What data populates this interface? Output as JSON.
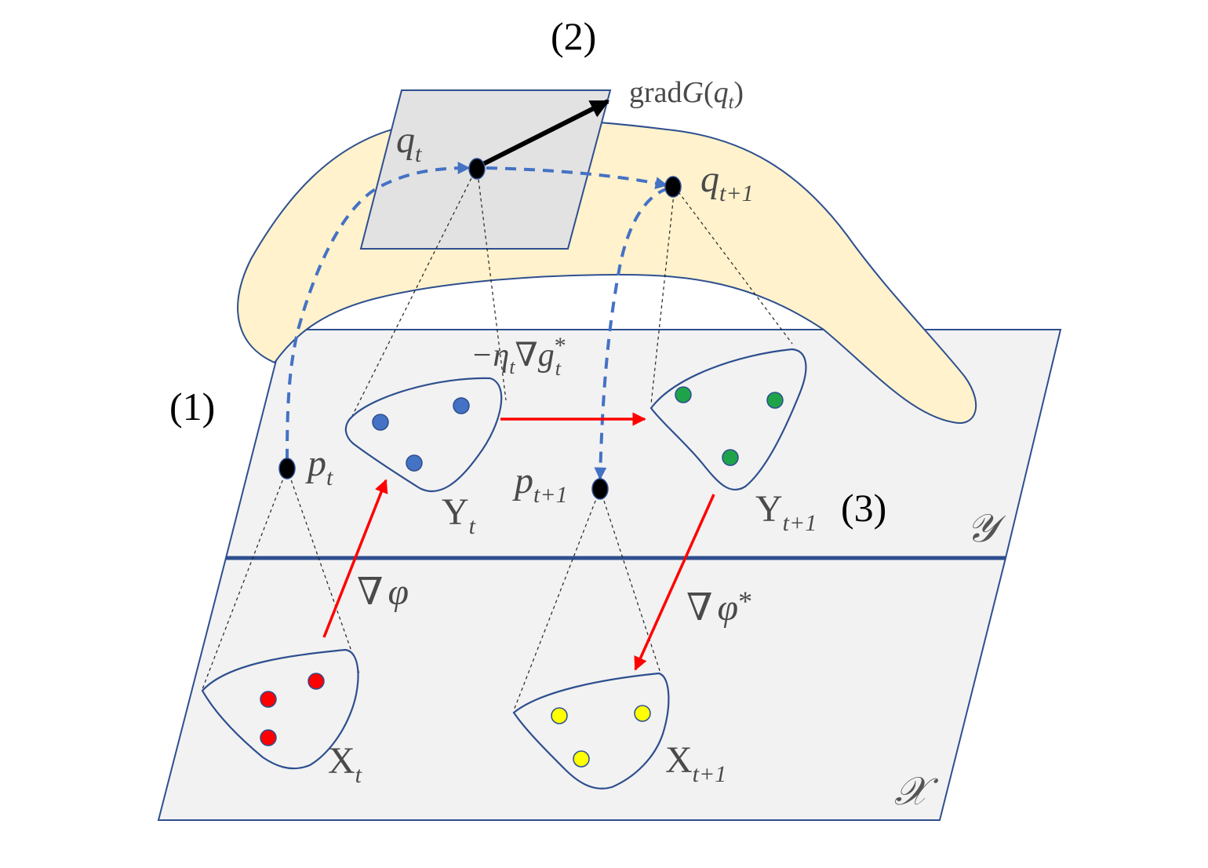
{
  "step_labels": {
    "step1": "(1)",
    "step2": "(2)",
    "step3": "(3)"
  },
  "points": {
    "q_t": "q",
    "q_t_sub": "t",
    "q_next": "q",
    "q_next_sub": "t+1",
    "p_t": "p",
    "p_t_sub": "t",
    "p_next": "p",
    "p_next_sub": "t+1"
  },
  "sets": {
    "y_t": "Y",
    "y_t_sub": "t",
    "y_next": "Y",
    "y_next_sub": "t+1",
    "x_t": "X",
    "x_t_sub": "t",
    "x_next": "X",
    "x_next_sub": "t+1"
  },
  "operators": {
    "grad_text": "grad",
    "grad_G": "G",
    "grad_open": "(",
    "grad_q": "q",
    "grad_q_sub": "t",
    "grad_close": ")",
    "mirror_step": "−η",
    "mirror_step_sub": "t",
    "mirror_nabla": "∇",
    "mirror_g": "g",
    "mirror_g_sup": "*",
    "mirror_g_sub": "t",
    "nabla_phi": "∇",
    "phi": "φ",
    "nabla_phi_star": "∇",
    "phi_star": "φ",
    "star": "*"
  },
  "planes": {
    "upper": "𝒴",
    "lower": "𝒳"
  },
  "colors": {
    "manifold": "#fff2cc",
    "tangent_plane": "#e2e2e2",
    "plane": "#f2f2f2",
    "outline": "#2e4f8f",
    "flow": "#4472c4",
    "map_arrow": "#ff0000",
    "dot_blue": "#4472c4",
    "dot_green": "#1ea34a",
    "dot_red": "#ff0000",
    "dot_yellow": "#ffff00"
  }
}
